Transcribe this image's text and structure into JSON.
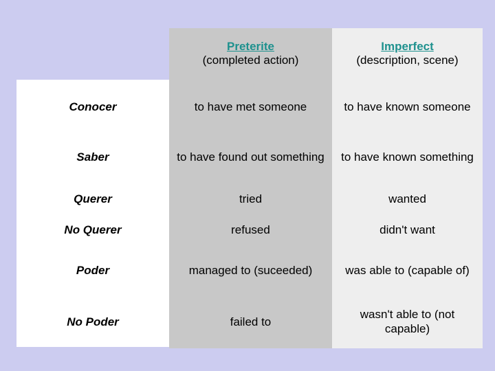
{
  "slide": {
    "colors": {
      "background": "#ccccf0",
      "verb_column": "#ffffff",
      "preterite_column": "#c8c8c8",
      "imperfect_column": "#eeeeee",
      "heading": "#1e918e"
    },
    "table": {
      "header": {
        "preterite_title": "Preterite",
        "preterite_subtitle": "(completed action)",
        "imperfect_title": "Imperfect",
        "imperfect_subtitle": "(description, scene)"
      },
      "rows": [
        {
          "verb": "Conocer",
          "preterite": "to have met someone",
          "imperfect": "to have known someone"
        },
        {
          "verb": "Saber",
          "preterite": "to have found out something",
          "imperfect": "to have known something"
        },
        {
          "verb": "Querer",
          "preterite": "tried",
          "imperfect": "wanted"
        },
        {
          "verb": "No Querer",
          "preterite": "refused",
          "imperfect": "didn't want"
        },
        {
          "verb": "Poder",
          "preterite": "managed to (suceeded)",
          "imperfect": "was able to (capable of)"
        },
        {
          "verb": "No Poder",
          "preterite": "failed to",
          "imperfect": "wasn't able to (not\ncapable)"
        }
      ]
    }
  }
}
